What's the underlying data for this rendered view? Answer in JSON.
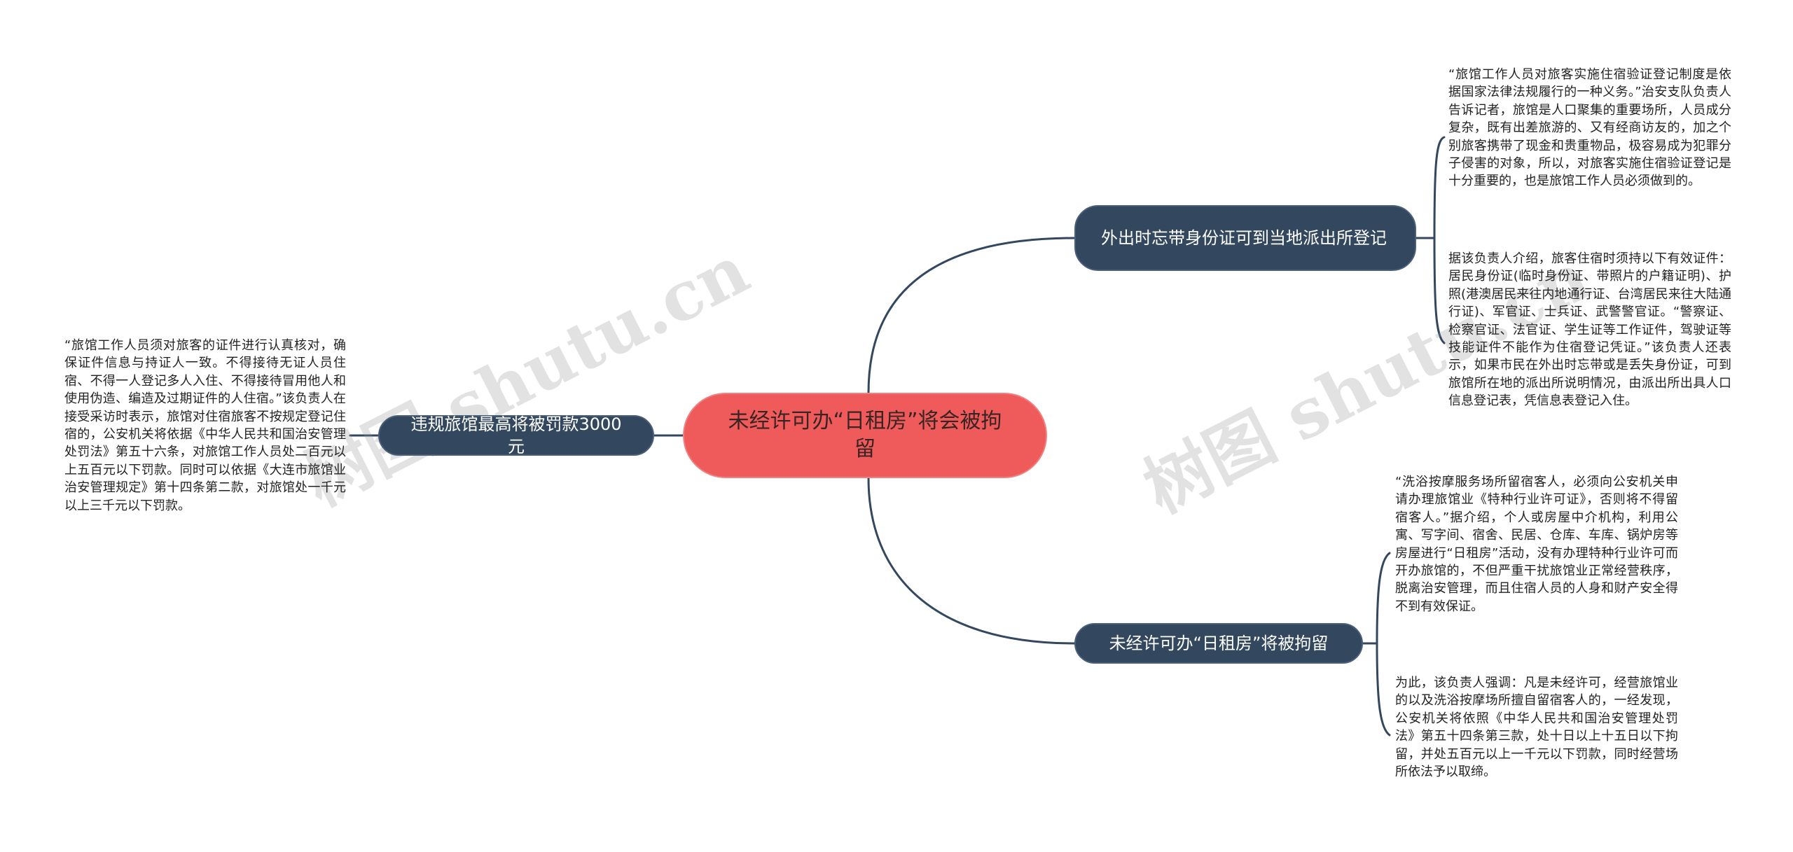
{
  "root": {
    "label": "未经许可办“日租房”将会被拘留"
  },
  "branches": {
    "left": {
      "label": "违规旅馆最高将被罚款3000元"
    },
    "right_top": {
      "label": "外出时忘带身份证可到当地派出所登记"
    },
    "right_bottom": {
      "label": "未经许可办“日租房”将被拘留"
    }
  },
  "leaves": {
    "left": "“旅馆工作人员须对旅客的证件进行认真核对，确保证件信息与持证人一致。不得接待无证人员住宿、不得一人登记多人入住、不得接待冒用他人和使用伪造、编造及过期证件的人住宿。”该负责人在接受采访时表示，旅馆对住宿旅客不按规定登记住宿的，公安机关将依据《中华人民共和国治安管理处罚法》第五十六条，对旅馆工作人员处二百元以上五百元以下罚款。同时可以依据《大连市旅馆业治安管理规定》第十四条第二款，对旅馆处一千元以上三千元以下罚款。",
    "right_top_1": "“旅馆工作人员对旅客实施住宿验证登记制度是依据国家法律法规履行的一种义务。”治安支队负责人告诉记者，旅馆是人口聚集的重要场所，人员成分复杂，既有出差旅游的、又有经商访友的，加之个别旅客携带了现金和贵重物品，极容易成为犯罪分子侵害的对象，所以，对旅客实施住宿验证登记是十分重要的，也是旅馆工作人员必须做到的。",
    "right_top_2": "据该负责人介绍，旅客住宿时须持以下有效证件：居民身份证(临时身份证、带照片的户籍证明)、护照(港澳居民来往内地通行证、台湾居民来往大陆通行证)、军官证、士兵证、武警警官证。“警察证、检察官证、法官证、学生证等工作证件，驾驶证等技能证件不能作为住宿登记凭证。”该负责人还表示，如果市民在外出时忘带或是丢失身份证，可到旅馆所在地的派出所说明情况，由派出所出具人口信息登记表，凭信息表登记入住。",
    "right_bottom_1": "“洗浴按摩服务场所留宿客人，必须向公安机关申请办理旅馆业《特种行业许可证》，否则将不得留宿客人。”据介绍，个人或房屋中介机构，利用公寓、写字间、宿舍、民居、仓库、车库、锅炉房等房屋进行“日租房”活动，没有办理特种行业许可而开办旅馆的，不但严重干扰旅馆业正常经营秩序，脱离治安管理，而且住宿人员的人身和财产安全得不到有效保证。",
    "right_bottom_2": "为此，该负责人强调：凡是未经许可，经营旅馆业的以及洗浴按摩场所擅自留宿客人的，一经发现，公安机关将依照《中华人民共和国治安管理处罚法》第五十四条第三款，处十日以上十五日以下拘留，并处五百元以上一千元以下罚款，同时经营场所依法予以取缔。"
  },
  "watermark": {
    "text_1": "树图 shutu.cn",
    "text_2": "树图 shutu.cn"
  },
  "colors": {
    "root_fill": "#ef5b5b",
    "branch_fill": "#33475e",
    "connector": "#33475e"
  }
}
